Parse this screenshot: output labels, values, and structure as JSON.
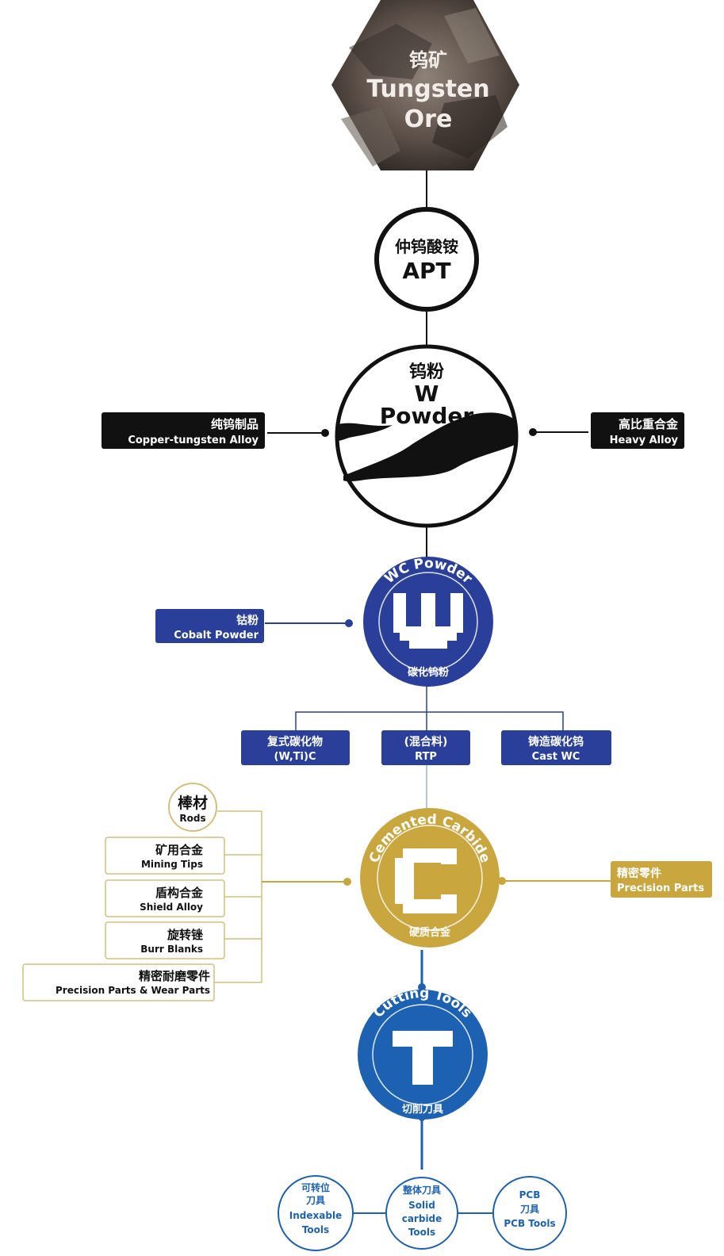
{
  "colors": {
    "black": "#111111",
    "navy": "#2a3f9a",
    "gold": "#c9a63e",
    "blue": "#1d62b2",
    "white": "#ffffff"
  },
  "ore": {
    "cn": "钨矿",
    "en1": "Tungsten",
    "en2": "Ore"
  },
  "apt": {
    "cn": "仲钨酸铵",
    "en": "APT"
  },
  "w_powder": {
    "cn": "钨粉",
    "en1": "W",
    "en2": "Powder"
  },
  "copper_tungsten": {
    "cn": "纯钨制品",
    "en": "Copper-tungsten Alloy"
  },
  "heavy_alloy": {
    "cn": "高比重合金",
    "en": "Heavy Alloy"
  },
  "wc_powder": {
    "arc": "WC Powder",
    "letter": "W",
    "cn": "碳化钨粉",
    "icon": "w-letter-icon"
  },
  "cobalt_powder": {
    "cn": "钴粉",
    "en": "Cobalt Powder"
  },
  "intermediates": [
    {
      "cn": "复式碳化物",
      "en": "(W,Ti)C"
    },
    {
      "cn": "(混合料)",
      "en": "RTP"
    },
    {
      "cn": "铸造碳化钨",
      "en": "Cast WC"
    }
  ],
  "cemented_carbide": {
    "arc": "Cemented Carbide",
    "letter": "C",
    "cn": "硬质合金",
    "icon": "c-letter-icon"
  },
  "rods": {
    "cn": "棒材",
    "en": "Rods"
  },
  "carbide_products": [
    {
      "cn": "矿用合金",
      "en": "Mining Tips"
    },
    {
      "cn": "盾构合金",
      "en": "Shield Alloy"
    },
    {
      "cn": "旋转锉",
      "en": "Burr Blanks"
    },
    {
      "cn": "精密耐磨零件",
      "en": "Precision Parts & Wear Parts"
    }
  ],
  "precision_parts": {
    "cn": "精密零件",
    "en": "Precision Parts"
  },
  "cutting_tools": {
    "arc": "Cutting Tools",
    "letter": "T",
    "cn": "切削刀具",
    "icon": "t-letter-icon"
  },
  "tool_types": [
    {
      "lines": [
        "可转位",
        "刀具",
        "Indexable",
        "Tools"
      ]
    },
    {
      "lines": [
        "整体刀具",
        "Solid",
        "carbide",
        "Tools"
      ]
    },
    {
      "lines": [
        "PCB",
        "刀具",
        "PCB Tools"
      ]
    }
  ]
}
